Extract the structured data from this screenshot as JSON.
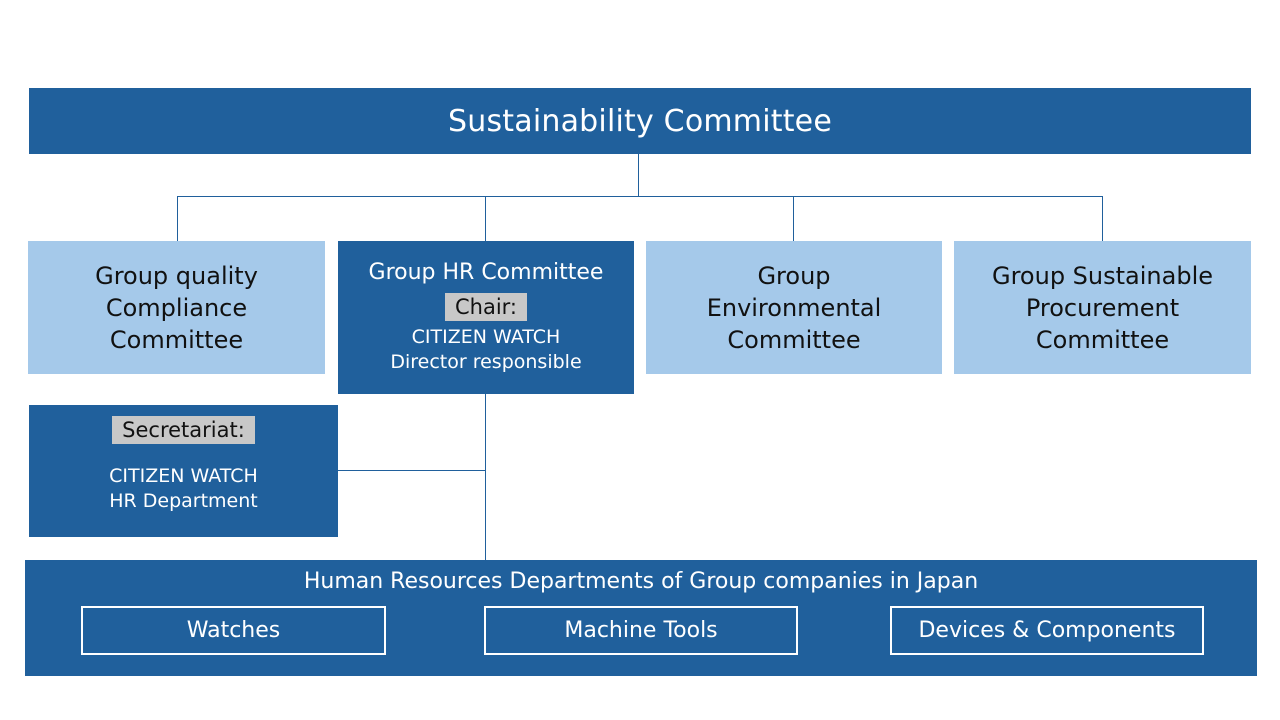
{
  "top": {
    "title": "Sustainability Committee"
  },
  "committees": {
    "quality": [
      "Group quality",
      "Compliance",
      "Committee"
    ],
    "hr": {
      "title": "Group HR Committee",
      "chair_tag": "Chair:",
      "chair_lines": [
        "CITIZEN WATCH",
        "Director responsible"
      ]
    },
    "environmental": [
      "Group",
      "Environmental",
      "Committee"
    ],
    "procurement": [
      "Group Sustainable",
      "Procurement",
      "Committee"
    ]
  },
  "secretariat": {
    "tag": "Secretariat:",
    "lines": [
      "CITIZEN WATCH",
      "HR Department"
    ]
  },
  "hr_departments": {
    "title": "Human Resources Departments of Group companies in Japan",
    "units": [
      "Watches",
      "Machine Tools",
      "Devices & Components"
    ]
  },
  "colors": {
    "dark": "#20609c",
    "light": "#a5c9ea",
    "tag": "#c8c8c8"
  }
}
